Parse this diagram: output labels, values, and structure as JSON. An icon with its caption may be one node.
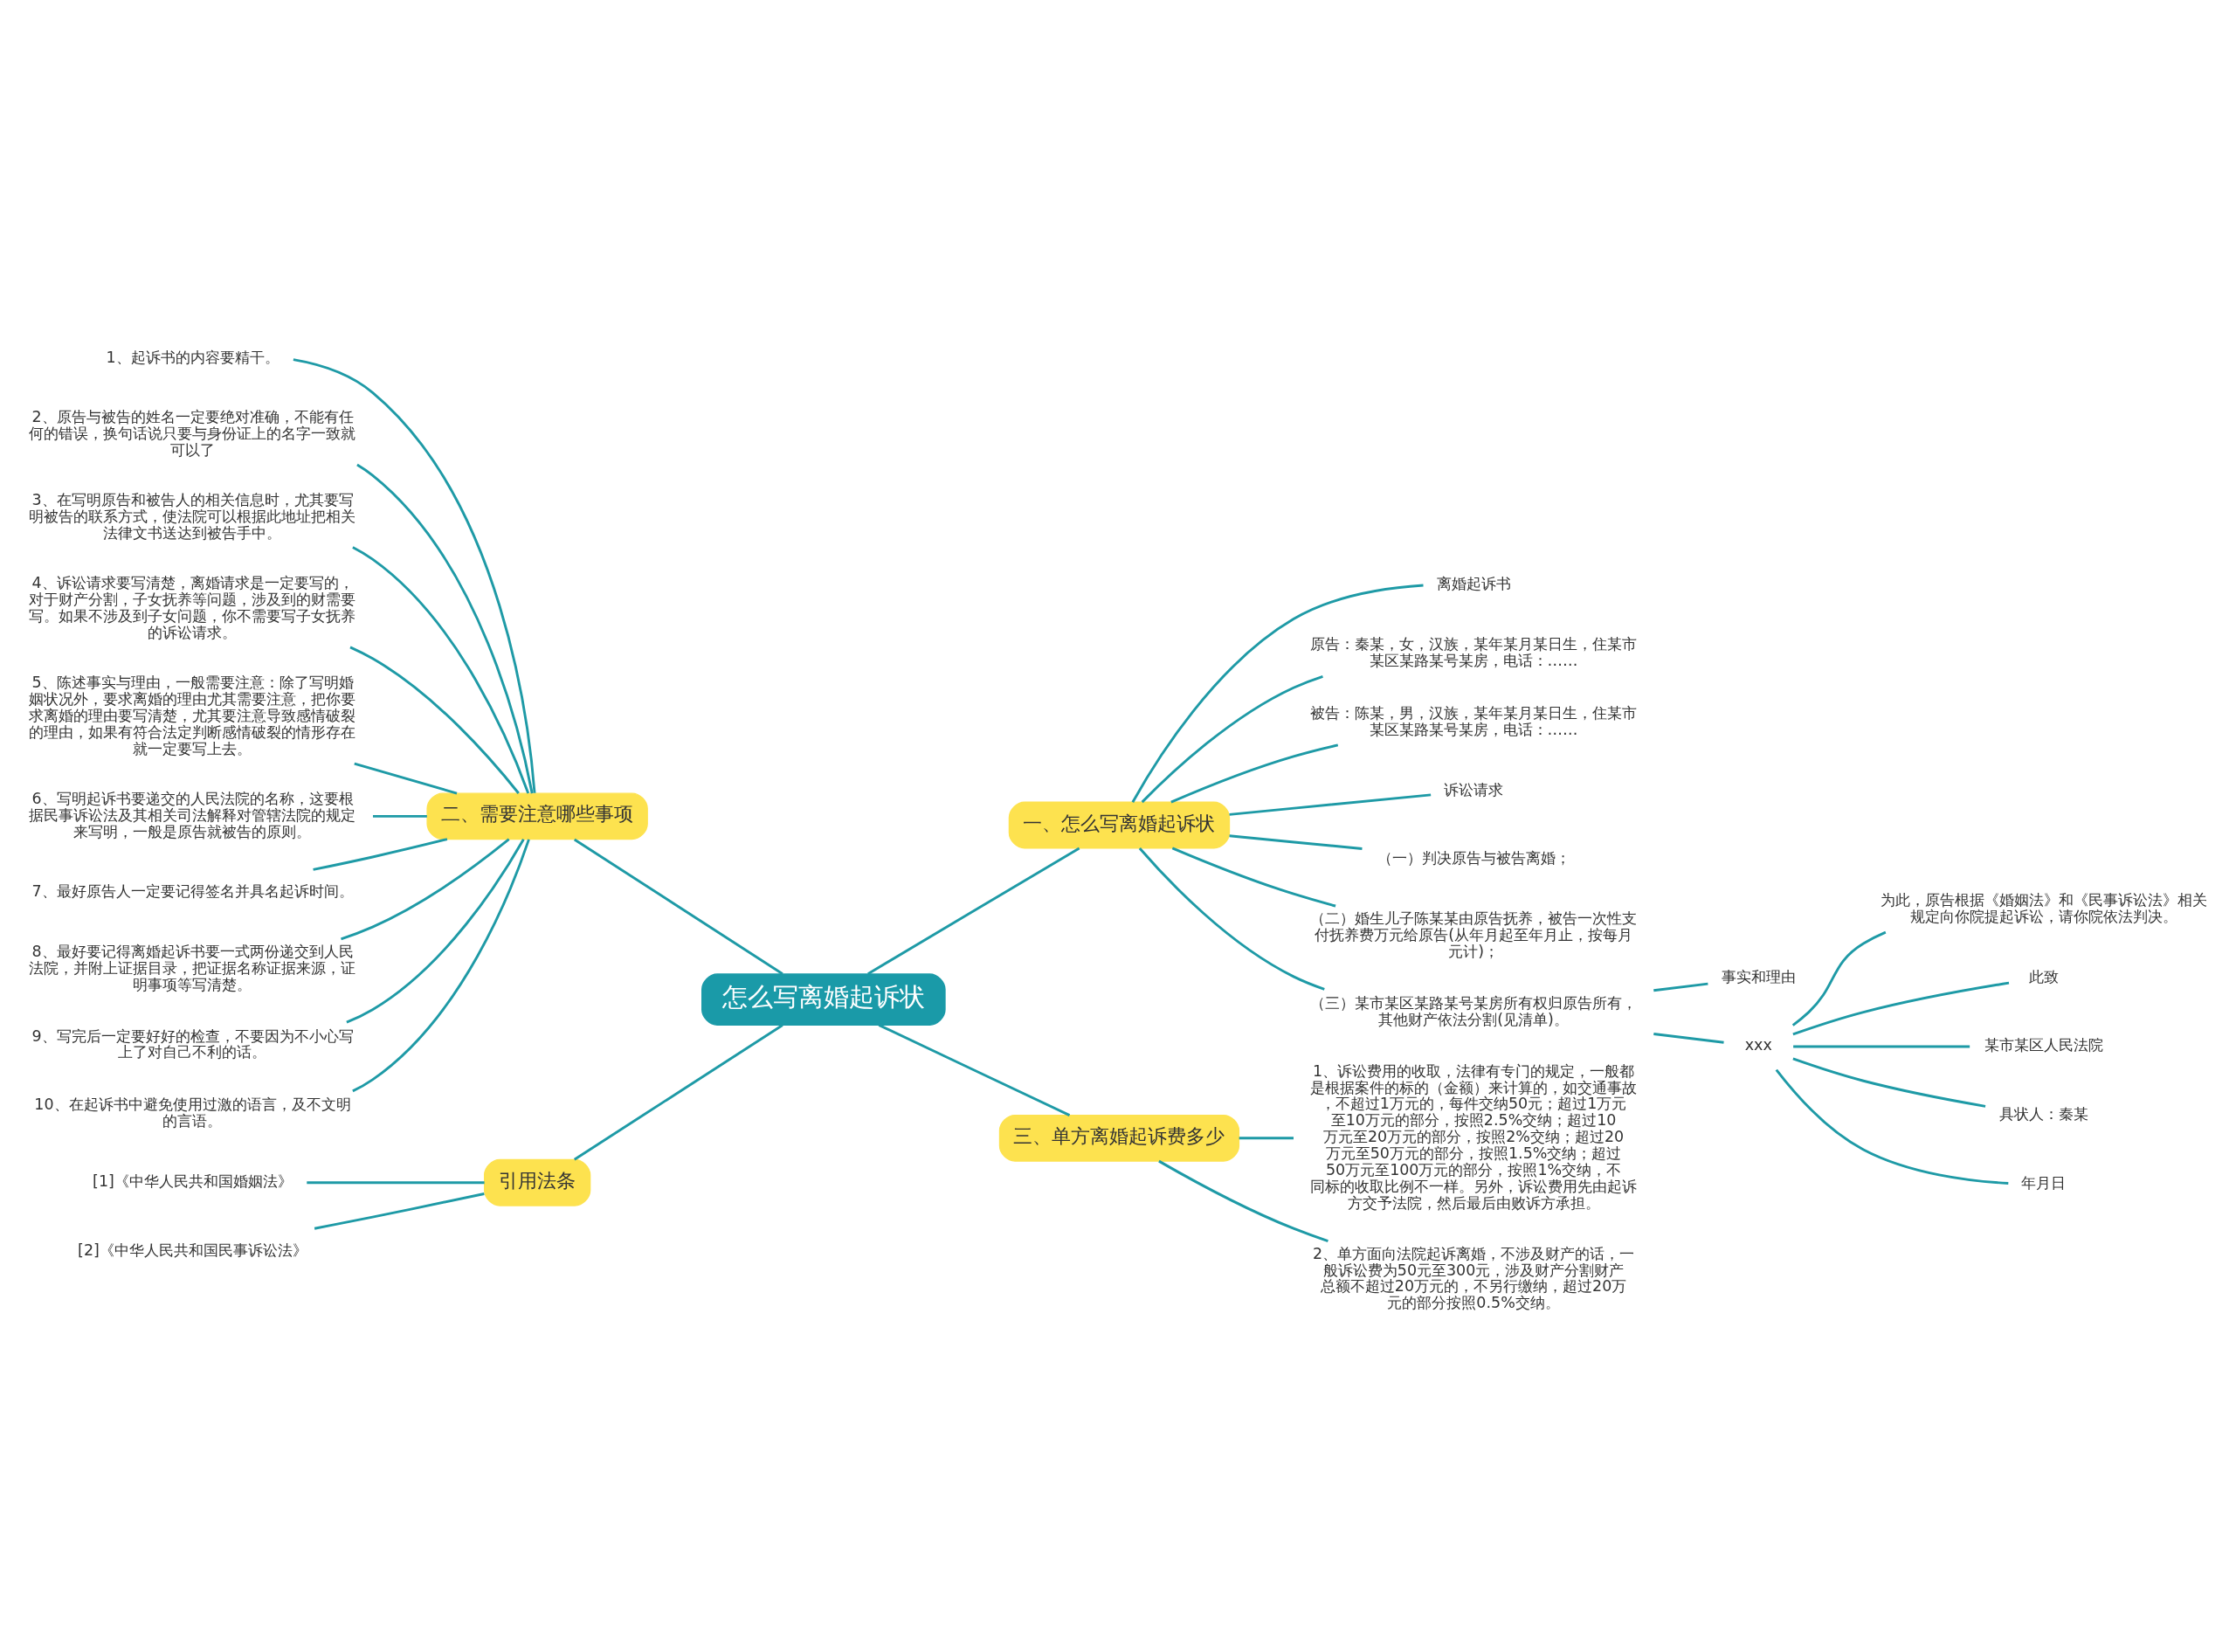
{
  "diagram": {
    "nodes": [
      {
        "text": [
          "怎么写离婚起诉状"
        ]
      },
      {
        "text": [
          "一、怎么写离婚起诉状"
        ]
      },
      {
        "text": [
          "离婚起诉书"
        ]
      },
      {
        "text": [
          "原告：秦某，女，汉族，某年某月某日生，住某市某区某路某号某房，电话：……"
        ]
      },
      {
        "text": [
          "被告：陈某，男，汉族，某年某月某日生，住某市某区某路某号某房，电话：……"
        ]
      },
      {
        "text": [
          "诉讼请求"
        ]
      },
      {
        "text": [
          "（一）判决原告与被告离婚；"
        ]
      },
      {
        "text": [
          "（二）婚生儿子陈某某由原告抚养，被告一次性支付抚养费万元给原告(从年月起至年月止，按每月元计)；"
        ]
      },
      {
        "text": [
          "（三）某市某区某路某号某房所有权归原告所有，其他财产依法分割(见清单)。"
        ]
      },
      {
        "text": [
          "事实和理由"
        ]
      },
      {
        "text": [
          "xxx"
        ]
      },
      {
        "text": [
          "为此，原告根据《婚姻法》和《民事诉讼法》相关规定向你院提起诉讼，请你院依法判决。"
        ]
      },
      {
        "text": [
          "此致"
        ]
      },
      {
        "text": [
          "某市某区人民法院"
        ]
      },
      {
        "text": [
          "具状人：秦某"
        ]
      },
      {
        "text": [
          "年月日"
        ]
      },
      {
        "text": [
          "三、单方离婚起诉费多少"
        ]
      },
      {
        "text": [
          "1、诉讼费用的收取，法律有专门的规定，一般都是根据案件的标的（金额）来计算的，如交通事故，不超过1万元的，每件交纳50元；超过1万元至10万元的部分，按照2.5%交纳；超过10万元至20万元的部分，按照2%交纳；超过20万元至50万元的部分，按照1.5%交纳；超过50万元至100万元的部分，按照1%交纳，不同标的收取比例不一样。另外，诉讼费用先由起诉方交予法院，然后最后由败诉方承担。"
        ]
      },
      {
        "text": [
          "2、单方面向法院起诉离婚，不涉及财产的话，一般诉讼费为50元至300元，涉及财产分割财产总额不超过20万元的，不另行缴纳，超过20万元的部分按照0.5%交纳。"
        ]
      },
      {
        "text": [
          "二、需要注意哪些事项"
        ]
      },
      {
        "text": [
          "1、起诉书的内容要精干。"
        ]
      },
      {
        "text": [
          "2、原告与被告的姓名一定要绝对准确，不能有任何的错误，换句话说只要与身份证上的名字一致就可以了"
        ]
      },
      {
        "text": [
          "3、在写明原告和被告人的相关信息时，尤其要写明被告的联系方式，使法院可以根据此地址把相关法律文书送达到被告手中。"
        ]
      },
      {
        "text": [
          "4、诉讼请求要写清楚，离婚请求是一定要写的，对于财产分割，子女抚养等问题，涉及到的财需要写。如果不涉及到子女问题，你不需要写子女抚养的诉讼请求。"
        ]
      },
      {
        "text": [
          "5、陈述事实与理由，一般需要注意：除了写明婚姻状况外，要求离婚的理由尤其需要注意，把你要求离婚的理由要写清楚，尤其要注意导致感情破裂的理由，如果有符合法定判断感情破裂的情形存在就一定要写上去。"
        ]
      },
      {
        "text": [
          "6、写明起诉书要递交的人民法院的名称，这要根据民事诉讼法及其相关司法解释对管辖法院的规定来写明，一般是原告就被告的原则。"
        ]
      },
      {
        "text": [
          "7、最好原告人一定要记得签名并具名起诉时间。"
        ]
      },
      {
        "text": [
          "8、最好要记得离婚起诉书要一式两份递交到人民法院，并附上证据目录，把证据名称证据来源，证明事项等写清楚。"
        ]
      },
      {
        "text": [
          "9、写完后一定要好好的检查，不要因为不小心写上了对自己不利的话。"
        ]
      },
      {
        "text": [
          "10、在起诉书中避免使用过激的语言，及不文明的言语。"
        ]
      },
      {
        "text": [
          "引用法条"
        ]
      },
      {
        "text": [
          "[1]《中华人民共和国婚姻法》"
        ]
      },
      {
        "text": [
          "[2]《中华人民共和国民事诉讼法》"
        ]
      }
    ],
    "edges": [
      {
        "from": 0,
        "to": 1,
        "arrow": "none"
      },
      {
        "from": 1,
        "to": 2,
        "arrow": "none"
      },
      {
        "from": 1,
        "to": 3,
        "arrow": "none"
      },
      {
        "from": 1,
        "to": 4,
        "arrow": "none"
      },
      {
        "from": 1,
        "to": 5,
        "arrow": "none"
      },
      {
        "from": 1,
        "to": 6,
        "arrow": "none"
      },
      {
        "from": 1,
        "to": 7,
        "arrow": "none"
      },
      {
        "from": 1,
        "to": 8,
        "arrow": "none"
      },
      {
        "from": 8,
        "to": 9,
        "arrow": "none"
      },
      {
        "from": 8,
        "to": 10,
        "arrow": "none"
      },
      {
        "from": 10,
        "to": 11,
        "arrow": "none"
      },
      {
        "from": 10,
        "to": 12,
        "arrow": "none"
      },
      {
        "from": 10,
        "to": 13,
        "arrow": "none"
      },
      {
        "from": 10,
        "to": 14,
        "arrow": "none"
      },
      {
        "from": 10,
        "to": 15,
        "arrow": "none"
      },
      {
        "from": 0,
        "to": 16,
        "arrow": "none"
      },
      {
        "from": 16,
        "to": 17,
        "arrow": "none"
      },
      {
        "from": 16,
        "to": 18,
        "arrow": "none"
      },
      {
        "from": 0,
        "to": 19,
        "arrow": "none"
      },
      {
        "from": 19,
        "to": 20,
        "arrow": "none"
      },
      {
        "from": 19,
        "to": 21,
        "arrow": "none"
      },
      {
        "from": 19,
        "to": 22,
        "arrow": "none"
      },
      {
        "from": 19,
        "to": 23,
        "arrow": "none"
      },
      {
        "from": 19,
        "to": 24,
        "arrow": "none"
      },
      {
        "from": 19,
        "to": 25,
        "arrow": "none"
      },
      {
        "from": 19,
        "to": 26,
        "arrow": "none"
      },
      {
        "from": 19,
        "to": 27,
        "arrow": "none"
      },
      {
        "from": 19,
        "to": 28,
        "arrow": "none"
      },
      {
        "from": 19,
        "to": 29,
        "arrow": "none"
      },
      {
        "from": 0,
        "to": 30,
        "arrow": "none"
      },
      {
        "from": 30,
        "to": 31,
        "arrow": "none"
      },
      {
        "from": 30,
        "to": 32,
        "arrow": "none"
      }
    ]
  }
}
